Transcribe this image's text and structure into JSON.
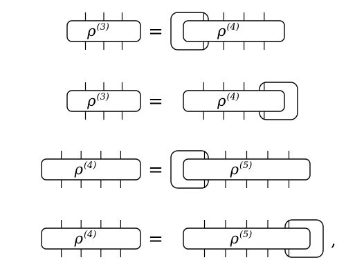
{
  "equations": [
    {
      "lhs": {
        "symbol": "ρ",
        "index": "(3)",
        "legs": 3
      },
      "relation": "=",
      "rhs": {
        "symbol": "ρ",
        "index": "(4)",
        "legs": 4,
        "traced_side": "left"
      },
      "trailing": ""
    },
    {
      "lhs": {
        "symbol": "ρ",
        "index": "(3)",
        "legs": 3
      },
      "relation": "=",
      "rhs": {
        "symbol": "ρ",
        "index": "(4)",
        "legs": 4,
        "traced_side": "right"
      },
      "trailing": ""
    },
    {
      "lhs": {
        "symbol": "ρ",
        "index": "(4)",
        "legs": 4
      },
      "relation": "=",
      "rhs": {
        "symbol": "ρ",
        "index": "(5)",
        "legs": 5,
        "traced_side": "left"
      },
      "trailing": ""
    },
    {
      "lhs": {
        "symbol": "ρ",
        "index": "(4)",
        "legs": 4
      },
      "relation": "=",
      "rhs": {
        "symbol": "ρ",
        "index": "(5)",
        "legs": 5,
        "traced_side": "right"
      },
      "trailing": ","
    }
  ]
}
